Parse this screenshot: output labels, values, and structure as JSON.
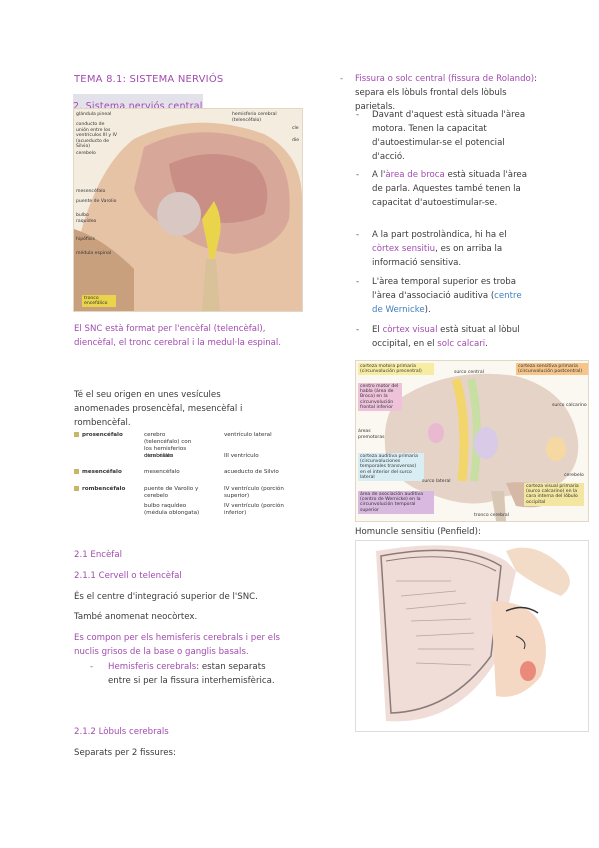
{
  "heading": "TEMA 8.1: SISTEMA NERVIÓS",
  "section2": "2. Sistema nerviós central",
  "fig_brain": {
    "labels": [
      "glándula pineal",
      "conducto de unión entre los ventrículos III y IV (acueducto de Silvio)",
      "cerebelo",
      "mesencéfalo",
      "puente de Varolio",
      "bulbo raquídeo",
      "hipófisis",
      "médula espinal",
      "hemisferio cerebral (telencéfalo)",
      "cle",
      "die",
      "tronco encefálico"
    ]
  },
  "snc_text": "El SNC està format per l'encèfal (telencèfal), diencèfal, el tronc cerebral i la medul·la espinal.",
  "origin_text": "Té el seu origen en unes vesícules anomenades prosencèfal, mesencèfal i rombencèfal.",
  "vesicles": [
    {
      "name": "prosencéfalo",
      "parts": [
        "cerebro (telencéfalo) con los hemisferios cerebrales",
        "diencéfalo"
      ],
      "derivs": [
        "ventrículo lateral",
        "III ventrículo"
      ]
    },
    {
      "name": "mesencéfalo",
      "parts": [
        "mesencéfalo"
      ],
      "derivs": [
        "acueducto de Silvio"
      ]
    },
    {
      "name": "rombencéfalo",
      "parts": [
        "puente de Varolio y cerebelo",
        "bulbo raquídeo (médula oblongata)"
      ],
      "derivs": [
        "IV ventrículo (porción superior)",
        "IV ventrículo (porción inferior)"
      ]
    }
  ],
  "s21": "2.1 Encèfal",
  "s211": "2.1.1 Cervell o telencèfal",
  "p1": "És el centre d'integració superior de l'SNC.",
  "p2": "També anomenat neocòrtex.",
  "p3": "Es compon per els hemisferis cerebrals i per els nuclis grisos de la base o ganglis basals.",
  "hem_term": "Hemisferis cerebrals",
  "hem_rest": ": estan separats entre si per la fissura interhemisfèrica.",
  "s212": "2.1.2 Lòbuls cerebrals",
  "p4": "Separats per 2 fissures:",
  "right": {
    "fissure_term": "Fissura o solc central (fissura de Rolando)",
    "fissure_rest": ": separa els lòbuls frontal dels lòbuls parietals.",
    "sub1": "Davant d'aquest està situada l'àrea motora. Tenen la capacitat d'autoestimular-se el potencial d'acció.",
    "sub2_pre": "A l'",
    "sub2_term": "àrea de broca",
    "sub2_rest": " està situada l'àrea de parla. Aquestes també tenen la capacitat d'autoestimular-se.",
    "sub3_pre": "A la part postrolàndica, hi ha el ",
    "sub3_term": "còrtex sensitiu",
    "sub3_rest": ", es on arriba la informació sensitiva.",
    "sub4_pre": "L'àrea temporal superior es troba l'àrea d'associació auditiva (",
    "sub4_term": "centre de Wernicke",
    "sub4_rest": ").",
    "sub5_pre": "El ",
    "sub5_term": "còrtex visual",
    "sub5_mid": " està situat al lòbul occipital, en el ",
    "sub5_term2": "solc calcari",
    "sub5_rest": "."
  },
  "fig_lobes": {
    "labels": [
      "corteza motora primaria (circunvolución precentral)",
      "surco central",
      "corteza sensitiva primaria (circunvolución postcentral)",
      "centro motor del habla (área de Broca) en la circunvolución frontal inferior",
      "áreas premotoras",
      "surco calcarino",
      "corteza auditiva primaria (circunvoluciones temporales transversas) en el interior del surco lateral",
      "surco lateral",
      "cerebelo",
      "área de asociación auditiva (centro de Wernicke) en la circunvolución temporal superior",
      "tronco cerebral",
      "corteza visual primaria (surco calcarino) en la cara interna del lóbulo occipital"
    ]
  },
  "homunculus_caption": "Homuncle sensitiu (Penfield):",
  "colors": {
    "accent": "#a24bb0",
    "link": "#3f7fbf"
  }
}
